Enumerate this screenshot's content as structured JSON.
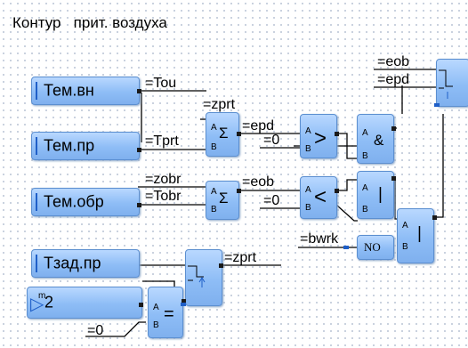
{
  "title": "Контур   прит. воздуха",
  "inputs": [
    {
      "label": "Тем.вн"
    },
    {
      "label": "Тем.пр"
    },
    {
      "label": "Тем.обр"
    },
    {
      "label": "Тзад.пр"
    },
    {
      "label": "2",
      "superscript": "m"
    }
  ],
  "wire_labels": {
    "tou": "=Tou",
    "zprt_top": "=zprt",
    "epd_mid": "=epd",
    "zero_1": "=0",
    "tprt": "=Tprt",
    "zobr": "=zobr",
    "eob_mid": "=eob",
    "tobr": "=Tobr",
    "zero_2": "=0",
    "bwrk": "=bwrk",
    "eob_top": "=eob",
    "epd_top": "=epd",
    "zprt_out": "=zprt",
    "zero_3": "=0"
  },
  "blocks": {
    "sum1": "Σ",
    "sum2": "Σ",
    "gt": ">",
    "lt": "<",
    "and": "&",
    "or1": "|",
    "or2": "|",
    "not": "NO",
    "eq": "=",
    "pin_a": "A",
    "pin_b": "B"
  }
}
